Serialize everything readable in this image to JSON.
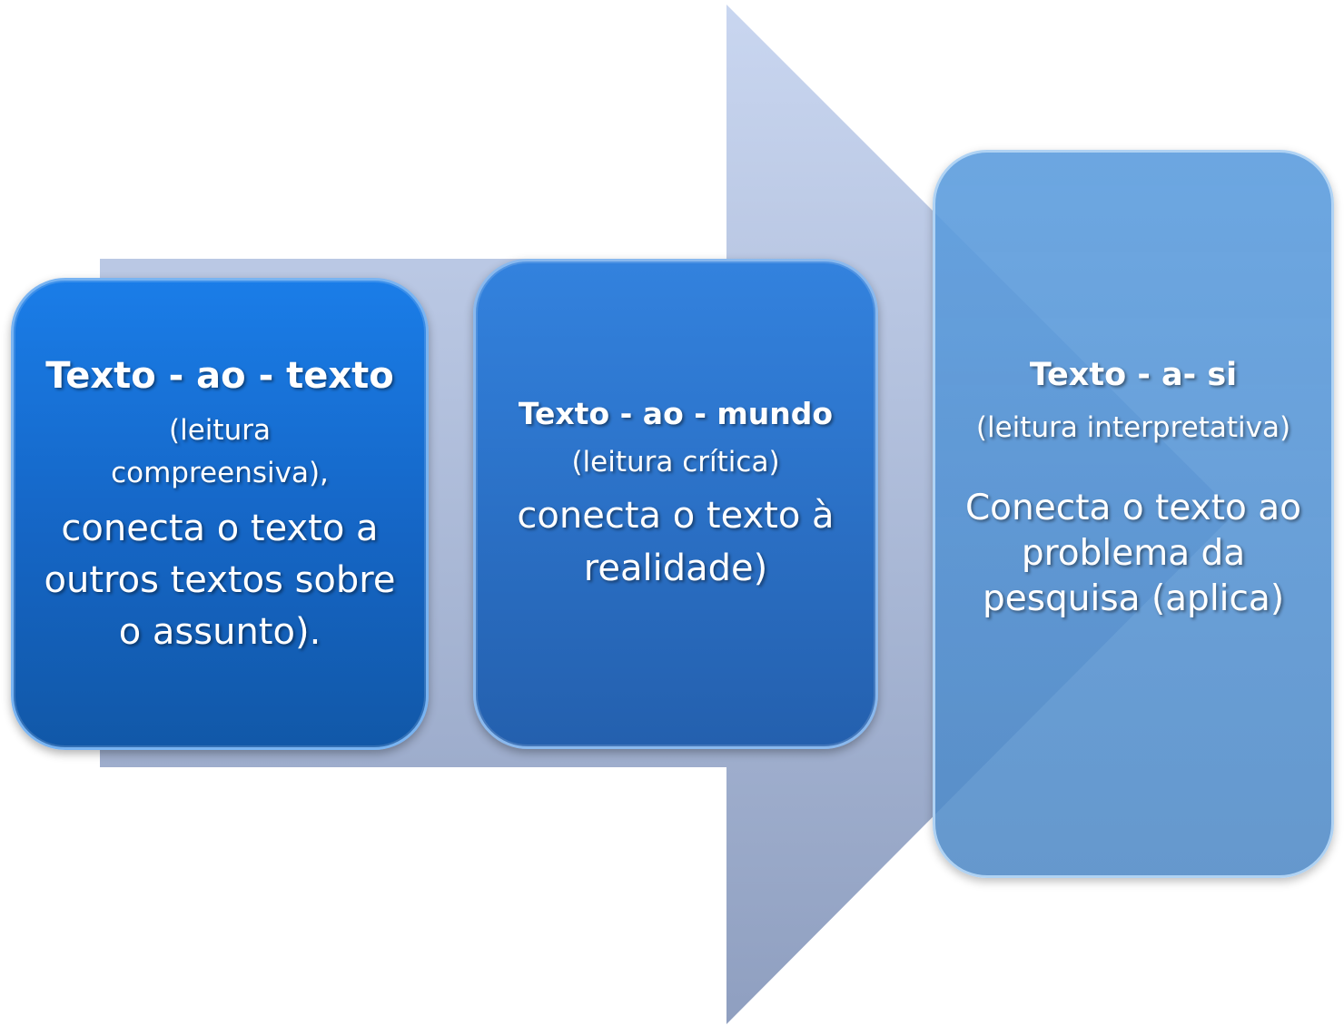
{
  "diagram": {
    "colors": {
      "arrow_top": "#c9d6f0",
      "arrow_bottom": "#8f9fc0",
      "box_1": "#1a7de8",
      "box_2": "#3382de",
      "box_3": "#5c9dde",
      "text": "#ffffff"
    },
    "steps": [
      {
        "title": "Texto  - ao - texto",
        "subtitle": "(leitura compreensiva),",
        "description": "conecta o texto a outros textos sobre o assunto)."
      },
      {
        "title": "Texto - ao - mundo",
        "subtitle": "(leitura crítica)",
        "description": "conecta o  texto à realidade)"
      },
      {
        "title": "Texto - a- si",
        "subtitle": "(leitura interpretativa)",
        "description": "Conecta o texto ao problema da pesquisa (aplica)"
      }
    ]
  }
}
